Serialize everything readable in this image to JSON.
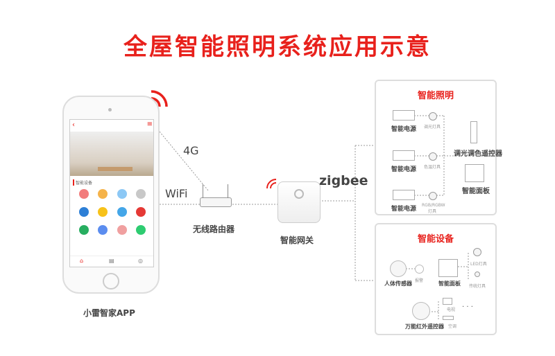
{
  "title": "全屋智能照明系统应用示意",
  "phone": {
    "caption": "小雷智家APP",
    "section": "智能设备",
    "accent": "#e8211c",
    "icon_colors": [
      "#f27c7c",
      "#f5b34a",
      "#8cc8f5",
      "#c8c8c8",
      "#2d7fd6",
      "#f7c21a",
      "#44a6e8",
      "#e53935",
      "#27ae60",
      "#5b8def",
      "#f0a0a0",
      "#2ecc71"
    ]
  },
  "links": {
    "cell": "4G",
    "wifi": "WiFi",
    "zigbee": "zigbee"
  },
  "router": "无线路由器",
  "gateway": "智能网关",
  "lighting": {
    "title": "智能照明",
    "power": "智能电源",
    "lamps": [
      "调光灯具",
      "色温灯具",
      "RGB/RGBW\n灯具"
    ],
    "remote": "调光调色遥控器",
    "panel": "智能面板"
  },
  "devices": {
    "title": "智能设备",
    "sensor": "人体传感器",
    "alarm": "报警",
    "panel": "智能面板",
    "led": "LED灯具",
    "traditional": "传统灯具",
    "ir": "万能红外遥控器",
    "tv": "电视",
    "ac": "空调",
    "more": "· · ·"
  }
}
